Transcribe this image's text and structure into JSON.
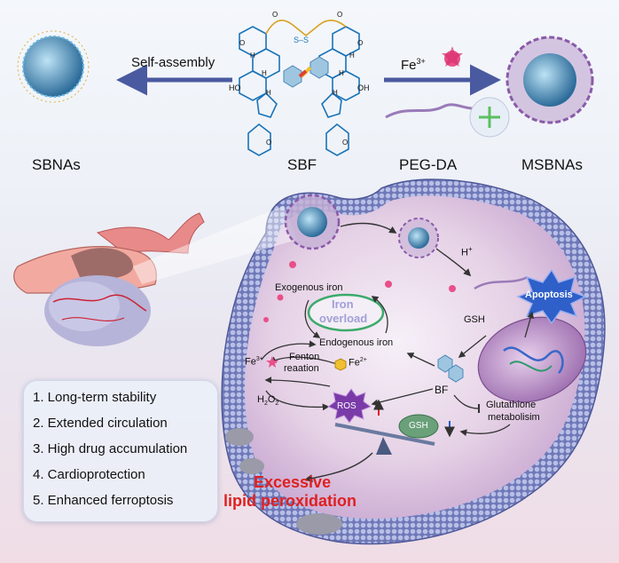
{
  "top": {
    "sbnas": "SBNAs",
    "sbf": "SBF",
    "pegda": "PEG-DA",
    "msbnas": "MSBNAs",
    "self_assembly": "Self-assembly",
    "fe3_top": "Fe",
    "fe3_top_sup": "3+",
    "ss": "S–S",
    "ho_left": "HO",
    "ho_right": "OH",
    "h_marks": [
      "H",
      "H",
      "H",
      "H",
      "H",
      "H"
    ],
    "o_marks": [
      "O",
      "O",
      "O",
      "O",
      "O",
      "O"
    ]
  },
  "cell": {
    "h_plus": "H",
    "h_plus_sup": "+",
    "gsh_top": "GSH",
    "apoptosis": "Apoptosis",
    "exogenous_iron": "Exogenous iron",
    "iron_overload_1": "Iron",
    "iron_overload_2": "overload",
    "endogenous_iron": "Endogenous iron",
    "fe3": "Fe",
    "fe3_sup": "3+",
    "fenton_1": "Fenton",
    "fenton_2": "reaation",
    "fe2": "Fe",
    "fe2_sup": "2+",
    "bf": "BF",
    "h2o2": "H",
    "h2o2_sub": "2",
    "h2o2_tail": "O",
    "h2o2_sub2": "2",
    "ros": "ROS",
    "gsh_bottom": "GSH",
    "glutathione_1": "Glutathione",
    "glutathione_2": "metabolisim",
    "excessive_1": "Excessive",
    "excessive_2": "lipid peroxidation"
  },
  "features": [
    "1.  Long-term stability",
    "2. Extended circulation",
    "3. High drug accumulation",
    "4. Cardioprotection",
    "5. Enhanced ferroptosis"
  ],
  "colors": {
    "arrow": "#4a5aa0",
    "skeleton": "#1a73b8",
    "linker": "#d8a020",
    "red_text": "#e02020",
    "apoptosis_fill": "#2f5fc8",
    "iron_overload_text": "#a0a0d8"
  },
  "icons": {
    "nanoparticle": "spiky-sphere-icon",
    "fe3_star": "red-star-icon",
    "scale": "balance-scale-icon"
  }
}
